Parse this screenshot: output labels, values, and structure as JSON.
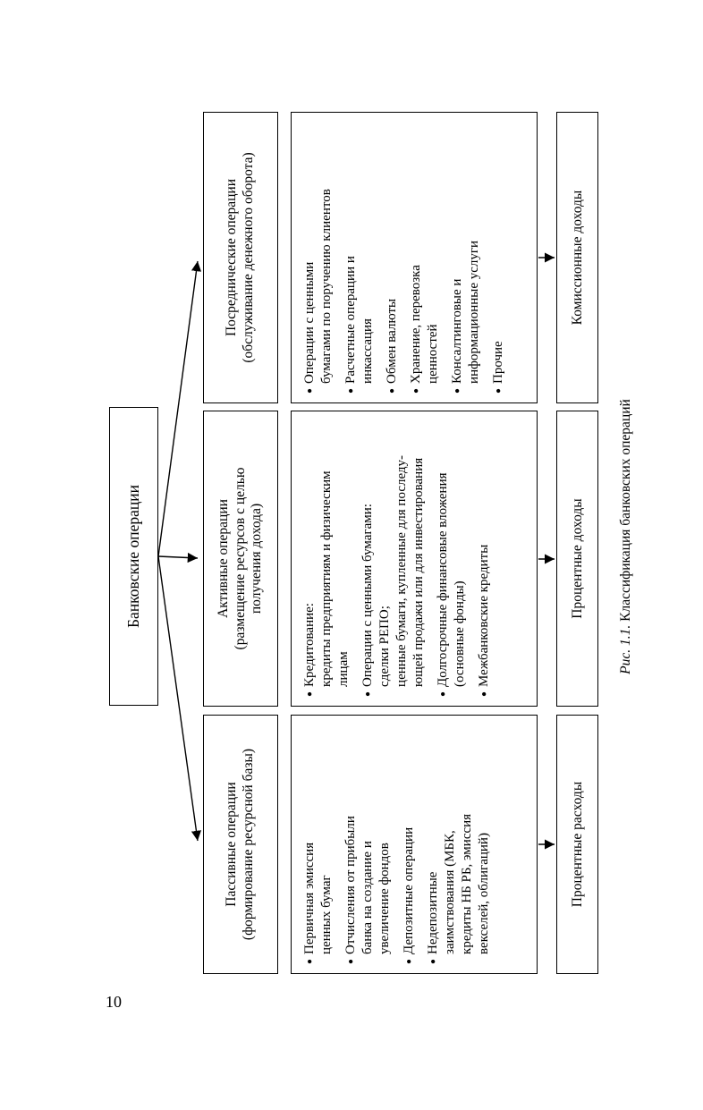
{
  "page": {
    "number": "10"
  },
  "glyphs": {
    "bullet": "●"
  },
  "figure": {
    "caption_label": "Рис. 1.1.",
    "caption_text": "Классификация банковских операций"
  },
  "diagram": {
    "root": "Банковские операции",
    "columns": [
      {
        "id": "passive",
        "header": "Пассивные операции\n(формирование ресурсной базы)",
        "items": [
          "Первичная эмиссия\nценных бумаг",
          "Отчисления от прибыли\nбанка на создание и\nувеличение фондов",
          "Депозитные операции",
          "Недепозитные\nзаимствования (МБК,\nкредиты НБ РБ, эмиссия\nвекселей, облигаций)"
        ],
        "outcome": "Процентные расходы"
      },
      {
        "id": "active",
        "header": "Активные операции\n(размещение ресурсов с целью\nполучения дохода)",
        "items": [
          "Кредитование:\nкредиты предприятиям и физическим\nлицам",
          "Операции с ценными бумагами:\nсделки РЕПО;\nценные бумаги, купленные для последу-\nющей продажи или для инвестирования",
          "Долгосрочные финансовые вложения\n(основные фонды)",
          "Межбанковские кредиты"
        ],
        "outcome": "Процентные доходы"
      },
      {
        "id": "intermediary",
        "header": "Посреднические операции\n(обслуживание денежного оборота)",
        "items": [
          "Операции с ценными\nбумагами по поручению клиентов",
          "Расчетные операции и\nинкассация",
          "Обмен валюты",
          "Хранение, перевозка\nценностей",
          "Консалтинговые и\nинформационные услуги",
          "Прочие"
        ],
        "outcome": "Комиссионные доходы"
      }
    ]
  }
}
